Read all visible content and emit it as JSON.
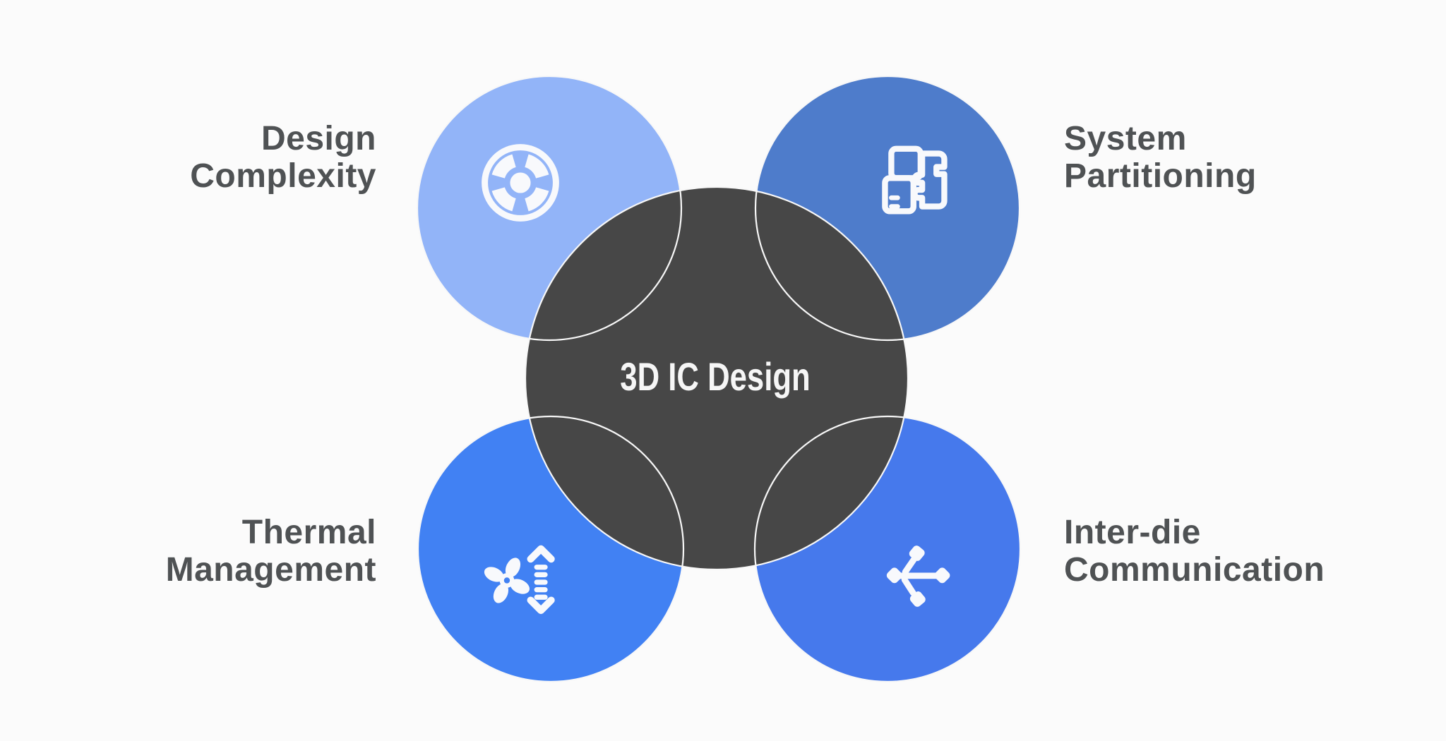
{
  "diagram": {
    "title": "3D IC Design"
  },
  "colors": {
    "background": "#FBFBFB",
    "core_circle": "#474747",
    "core_title_text": "#F6F6F6",
    "label_text": "#4F5254",
    "circle_outline": "#F8F8F8",
    "icon_glyph": "#F8F9FC"
  },
  "items": [
    {
      "name": "design-complexity",
      "position": "top-left",
      "lines": [
        "Design",
        "Complexity"
      ],
      "circle_color": "#92B4F8",
      "icon": "wheel-complexity-icon"
    },
    {
      "name": "system-partitioning",
      "position": "top-right",
      "lines": [
        "System",
        "Partitioning"
      ],
      "circle_color": "#4E7CCB",
      "icon": "partitioned-chip-icon"
    },
    {
      "name": "thermal-management",
      "position": "bottom-left",
      "lines": [
        "Thermal",
        "Management"
      ],
      "circle_color": "#4181F3",
      "icon": "fan-arrows-icon"
    },
    {
      "name": "inter-die-communication",
      "position": "bottom-right",
      "lines": [
        "Inter-die",
        "Communication"
      ],
      "circle_color": "#4679EC",
      "icon": "hub-branches-icon"
    }
  ]
}
